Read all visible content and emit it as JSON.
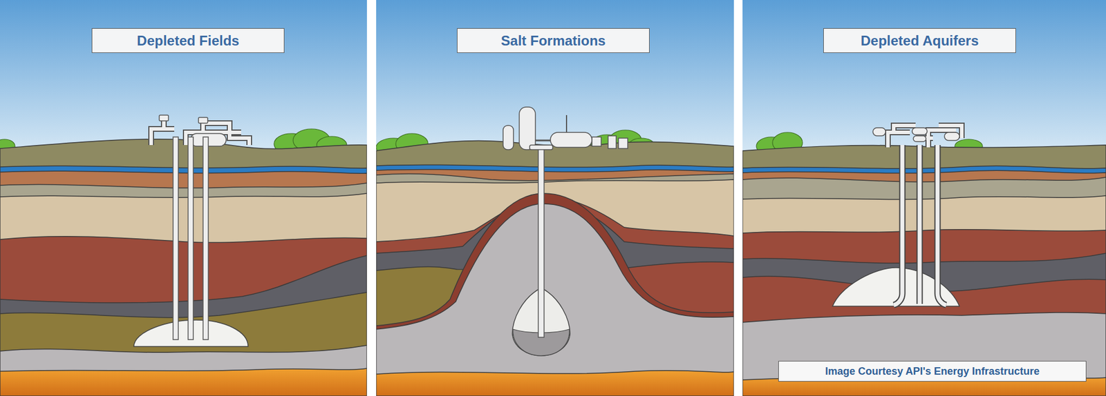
{
  "diagram": {
    "nodes": [
      {
        "text": [
          "Depleted Fields"
        ]
      },
      {
        "text": [
          "Salt Formations"
        ]
      },
      {
        "text": [
          "Depleted Aquifers"
        ]
      },
      {
        "text": [
          "Image Courtesy API's Energy Infrastructure"
        ]
      }
    ]
  }
}
